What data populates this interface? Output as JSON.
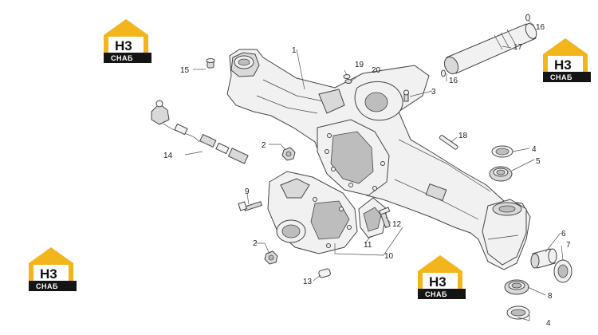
{
  "diagram": {
    "callouts": [
      {
        "id": "c1",
        "label": "1"
      },
      {
        "id": "c2a",
        "label": "2"
      },
      {
        "id": "c2b",
        "label": "2"
      },
      {
        "id": "c3",
        "label": "3"
      },
      {
        "id": "c4a",
        "label": "4"
      },
      {
        "id": "c4b",
        "label": "4"
      },
      {
        "id": "c5",
        "label": "5"
      },
      {
        "id": "c6",
        "label": "6"
      },
      {
        "id": "c7",
        "label": "7"
      },
      {
        "id": "c8",
        "label": "8"
      },
      {
        "id": "c9",
        "label": "9"
      },
      {
        "id": "c10",
        "label": "10"
      },
      {
        "id": "c11",
        "label": "11"
      },
      {
        "id": "c12",
        "label": "12"
      },
      {
        "id": "c13",
        "label": "13"
      },
      {
        "id": "c14",
        "label": "14"
      },
      {
        "id": "c15",
        "label": "15"
      },
      {
        "id": "c16a",
        "label": "16"
      },
      {
        "id": "c16b",
        "label": "16"
      },
      {
        "id": "c17",
        "label": "17"
      },
      {
        "id": "c18",
        "label": "18"
      },
      {
        "id": "c19",
        "label": "19"
      },
      {
        "id": "c20",
        "label": "20"
      }
    ]
  },
  "watermark": {
    "top_text": "H3",
    "bottom_text": "СНАБ",
    "colors": {
      "roof": "#f2b51b",
      "bottom_band": "#141414",
      "inner": "#ffffff"
    }
  }
}
